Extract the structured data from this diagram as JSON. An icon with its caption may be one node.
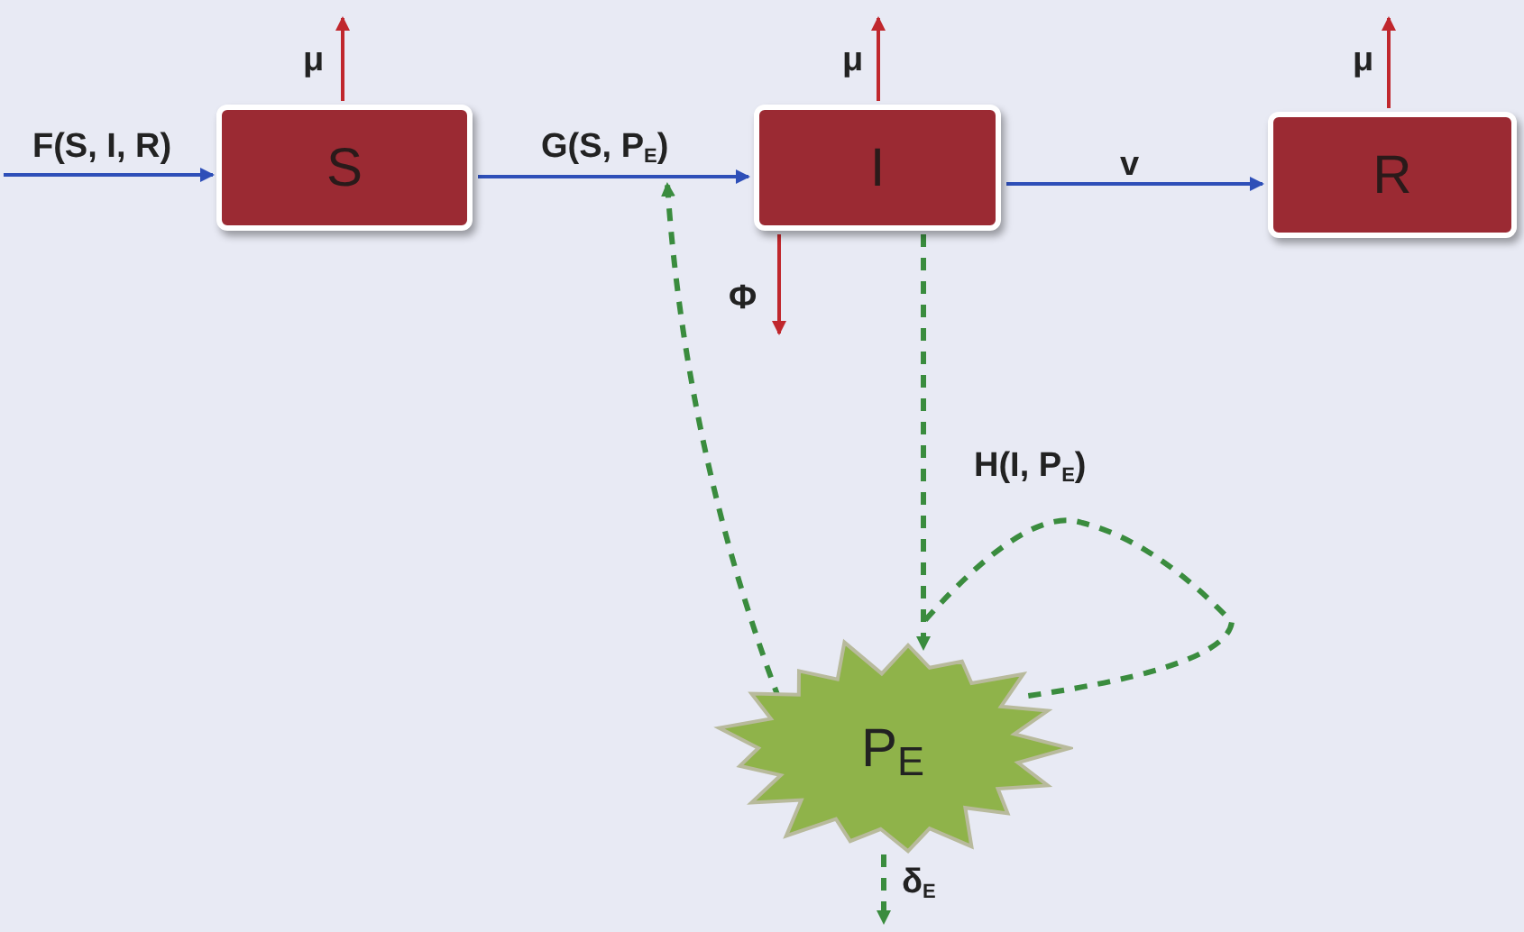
{
  "diagram": {
    "nodes": [
      {
        "text": [
          "S"
        ]
      },
      {
        "text": [
          "I"
        ]
      },
      {
        "text": [
          "R"
        ]
      },
      {
        "text": [
          "P$_{E}$"
        ]
      }
    ],
    "edges": [
      {
        "from": null,
        "to": 0,
        "arrow": "to",
        "label": "F(S, I, R)",
        "color": "#2e4fb8"
      },
      {
        "from": 0,
        "to": 1,
        "arrow": "to",
        "label": "G(S, P$_{E}$)",
        "color": "#2e4fb8"
      },
      {
        "from": 1,
        "to": 2,
        "arrow": "to",
        "label": "v",
        "color": "#2e4fb8"
      },
      {
        "from": 0,
        "to": null,
        "arrow": "to",
        "label": "μ",
        "color": "#c0272d"
      },
      {
        "from": 1,
        "to": null,
        "arrow": "to",
        "label": "μ",
        "color": "#c0272d"
      },
      {
        "from": 2,
        "to": null,
        "arrow": "to",
        "label": "μ",
        "color": "#c0272d"
      },
      {
        "from": 1,
        "to": null,
        "arrow": "to",
        "label": "Φ",
        "color": "#c0272d"
      },
      {
        "from": 3,
        "to": null,
        "arrow": "to",
        "style": "dashed",
        "color": "#3a8c3e"
      },
      {
        "from": 1,
        "to": 3,
        "arrow": "to",
        "label": "H(I, P$_{E}$)",
        "style": "dashed",
        "color": "#3a8c3e"
      },
      {
        "from": 3,
        "to": 3,
        "arrow": "none",
        "style": "dashed",
        "color": "#3a8c3e"
      },
      {
        "from": 3,
        "to": null,
        "arrow": "to",
        "label": "δ$_{E}$",
        "style": "dashed",
        "color": "#3a8c3e"
      }
    ]
  }
}
